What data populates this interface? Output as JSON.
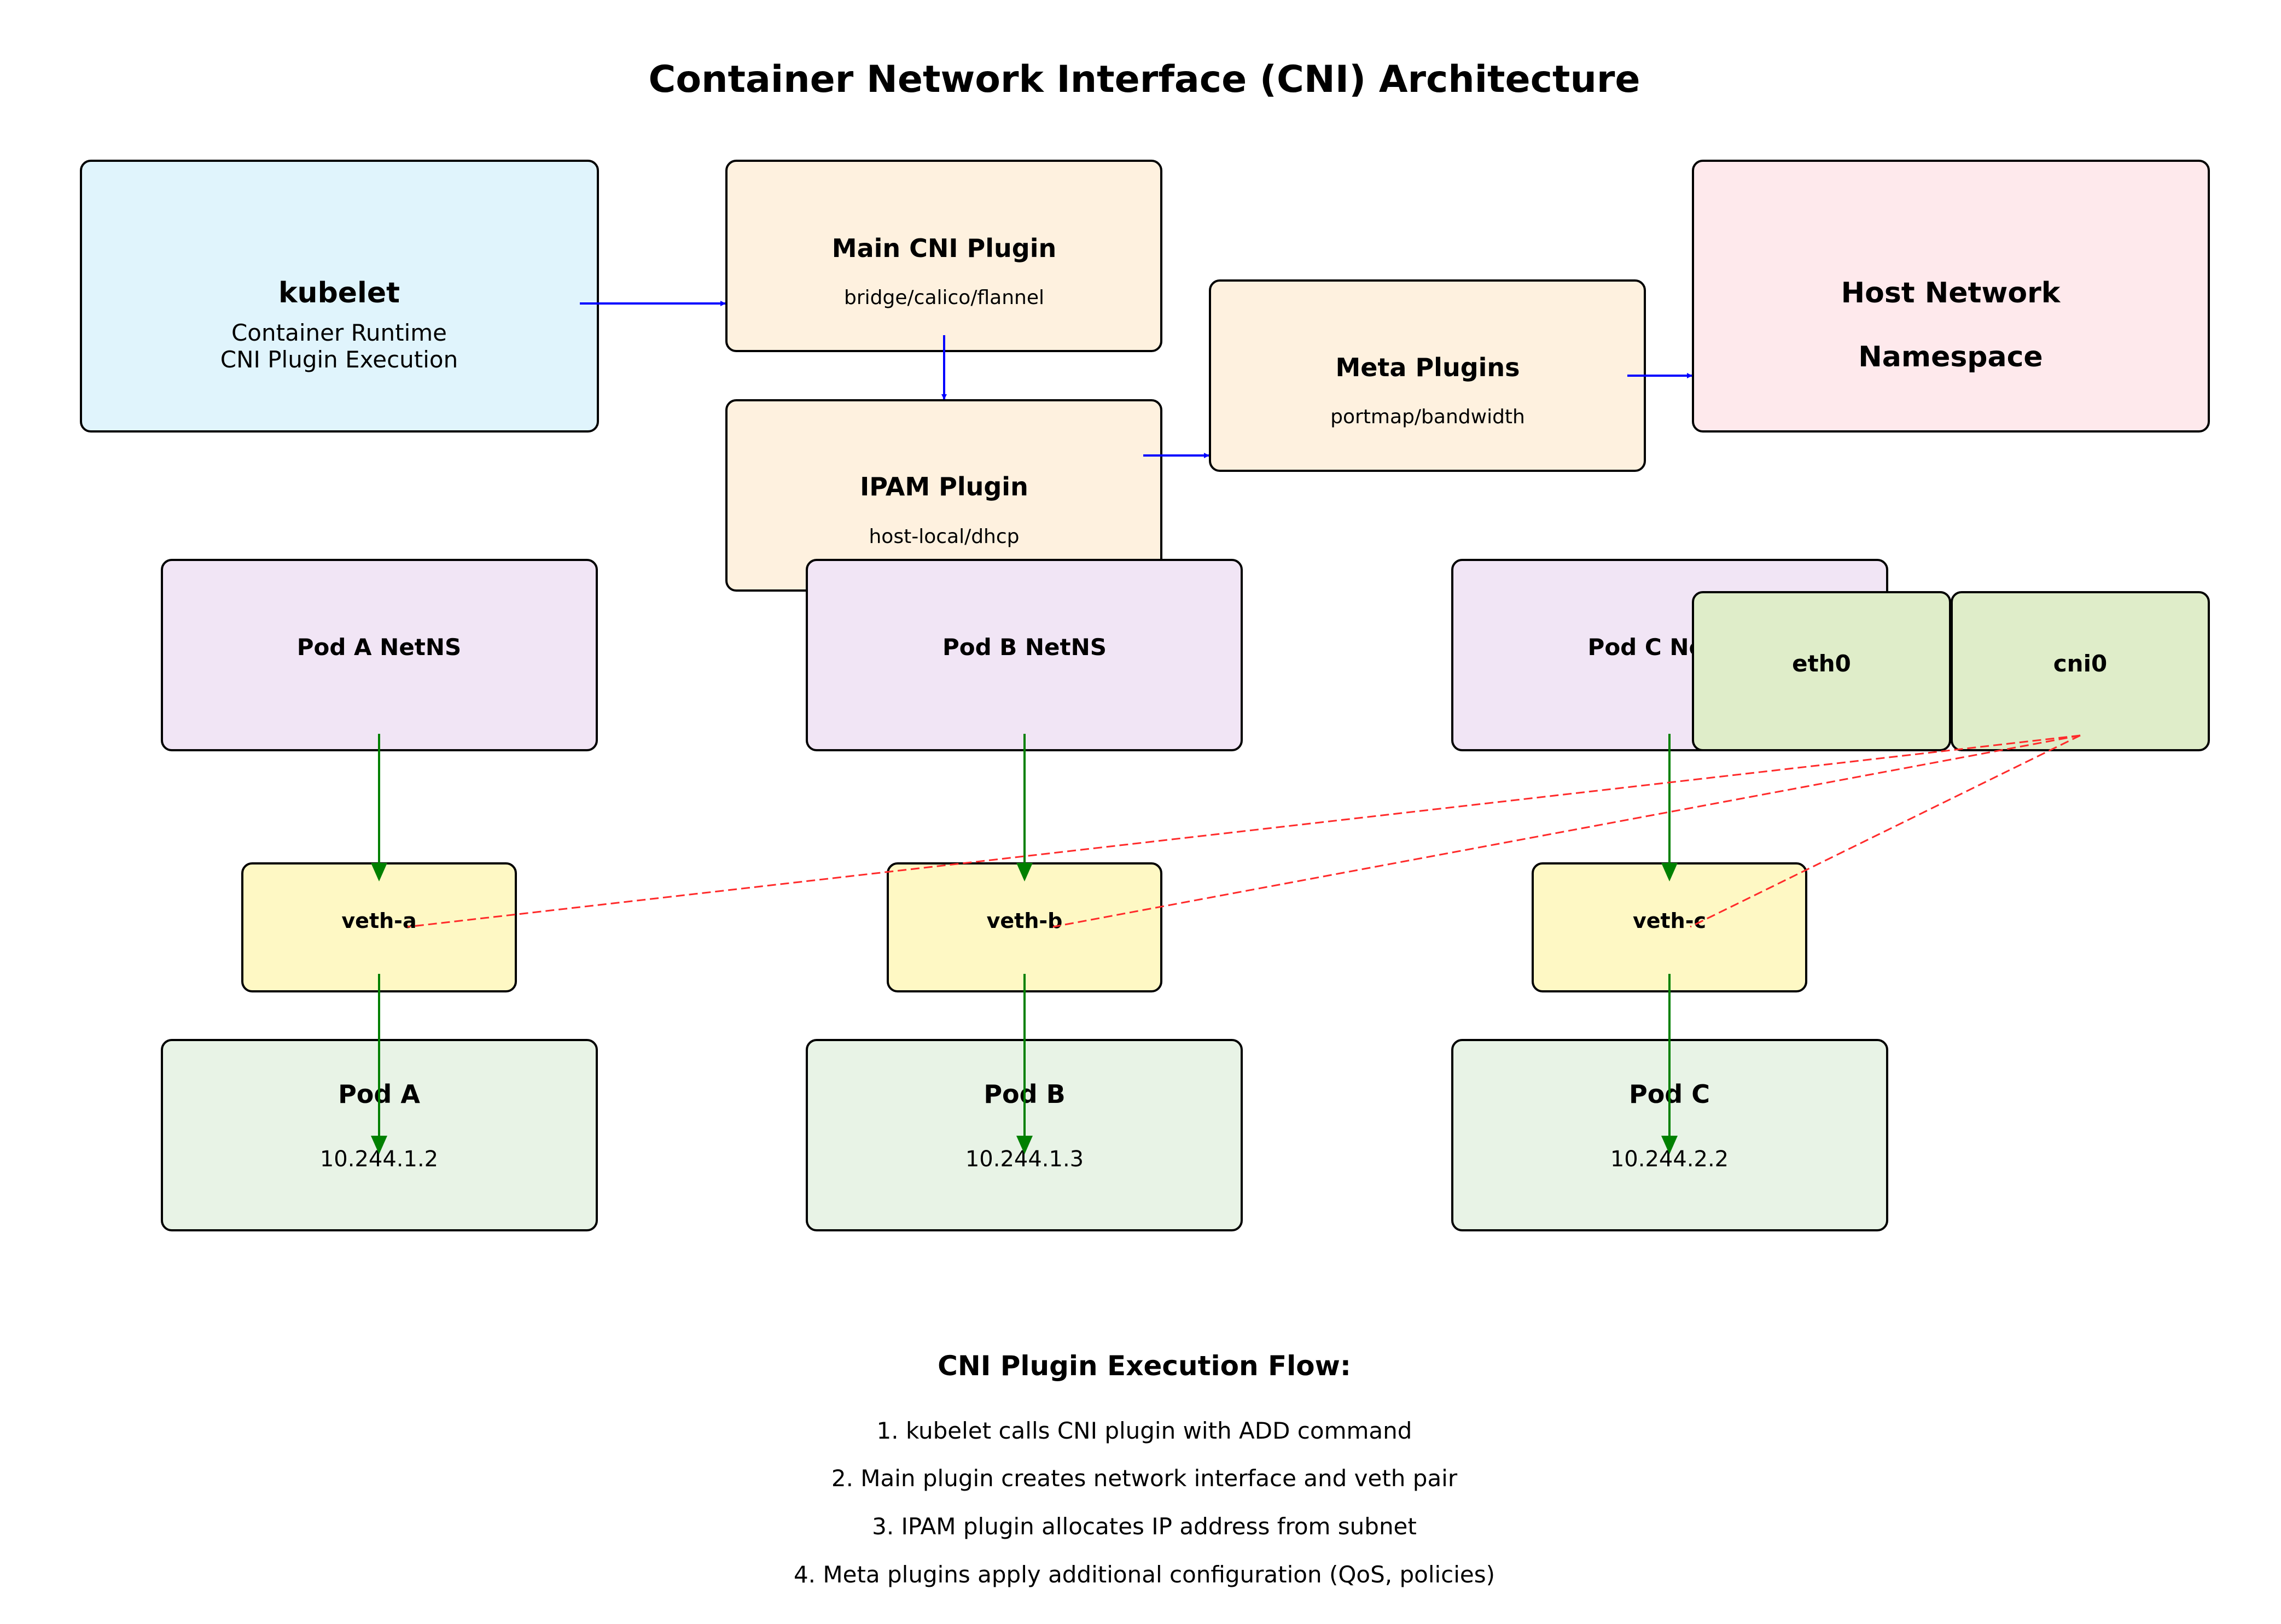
{
  "title": "Container Network Interface (CNI) Architecture",
  "colors": {
    "kubelet": "#e0f4fc",
    "plugin": "#fef1df",
    "host": "#fee9ec",
    "netns": "#f1e5f5",
    "veth": "#fef8c4",
    "pod": "#e8f3e6",
    "iface": "#dfedc9",
    "blue_arrow": "#0000ff",
    "green_arrow": "#008000",
    "red_dashed": "#ff2a2a"
  },
  "kubelet": {
    "title": "kubelet",
    "line1": "Container Runtime",
    "line2": "CNI Plugin Execution"
  },
  "main_plugin": {
    "title": "Main CNI Plugin",
    "subtitle": "bridge/calico/flannel"
  },
  "ipam_plugin": {
    "title": "IPAM Plugin",
    "subtitle": "host-local/dhcp"
  },
  "meta_plugins": {
    "title": "Meta Plugins",
    "subtitle": "portmap/bandwidth"
  },
  "host_ns": {
    "line1": "Host Network",
    "line2": "Namespace"
  },
  "netns": [
    {
      "label": "Pod A NetNS"
    },
    {
      "label": "Pod B NetNS"
    },
    {
      "label": "Pod C NetNS"
    }
  ],
  "host_ifaces": [
    {
      "label": "eth0"
    },
    {
      "label": "cni0"
    }
  ],
  "veths": [
    {
      "label": "veth-a"
    },
    {
      "label": "veth-b"
    },
    {
      "label": "veth-c"
    }
  ],
  "pods": [
    {
      "name": "Pod A",
      "ip": "10.244.1.2"
    },
    {
      "name": "Pod B",
      "ip": "10.244.1.3"
    },
    {
      "name": "Pod C",
      "ip": "10.244.2.2"
    }
  ],
  "flow": {
    "heading": "CNI Plugin Execution Flow:",
    "steps": [
      "1. kubelet calls CNI plugin with ADD command",
      "2. Main plugin creates network interface and veth pair",
      "3. IPAM plugin allocates IP address from subnet",
      "4. Meta plugins apply additional configuration (QoS, policies)"
    ]
  }
}
